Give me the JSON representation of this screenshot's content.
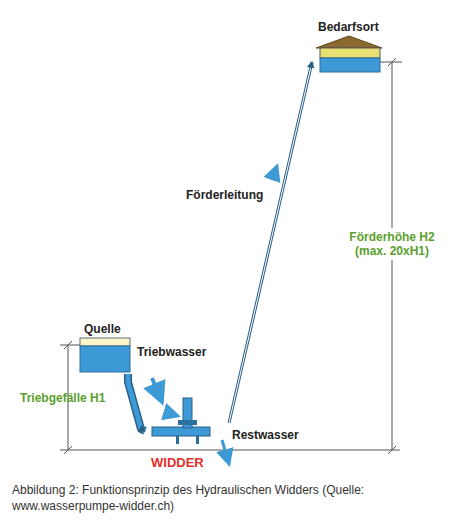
{
  "diagram": {
    "caption": "Abbildung 2: Funktionsprinzip des Hydraulischen Widders (Quelle: www.wasserpumpe-widder.ch)",
    "nodes": [
      {
        "text": [
          "Quelle"
        ]
      },
      {
        "text": [
          "WIDDER"
        ]
      },
      {
        "text": [
          "Bedarfsort"
        ]
      }
    ],
    "edges": [
      {
        "from": 0,
        "to": 1,
        "arrow": "to",
        "label": "Triebwasser"
      },
      {
        "from": 1,
        "to": 2,
        "arrow": "to",
        "label": "Förderleitung"
      }
    ],
    "labels": [
      "Triebgefälle H1",
      "Förderhöhe H2 (max. 20xH1)",
      "Restwasser"
    ]
  }
}
